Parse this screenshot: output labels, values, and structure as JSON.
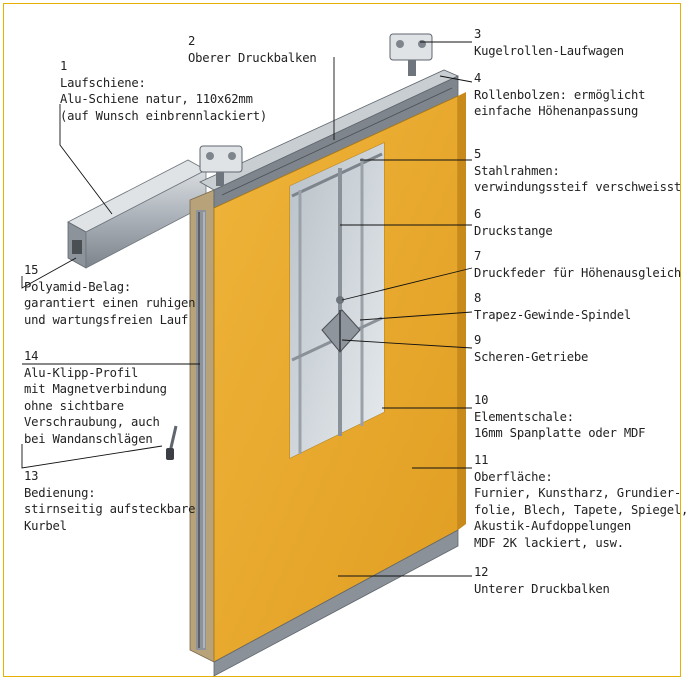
{
  "labels": [
    {
      "id": "l1",
      "num": "1",
      "lines": [
        "Laufschiene:",
        "Alu-Schiene natur, 110x62mm",
        "(auf Wunsch einbrennlackiert)"
      ]
    },
    {
      "id": "l2",
      "num": "2",
      "lines": [
        "Oberer Druckbalken"
      ]
    },
    {
      "id": "l3",
      "num": "3",
      "lines": [
        "Kugelrollen-Laufwagen"
      ]
    },
    {
      "id": "l4",
      "num": "4",
      "lines": [
        "Rollenbolzen: ermöglicht",
        "einfache Höhenanpassung"
      ]
    },
    {
      "id": "l5",
      "num": "5",
      "lines": [
        "Stahlrahmen:",
        "verwindungssteif verschweisst"
      ]
    },
    {
      "id": "l6",
      "num": "6",
      "lines": [
        "Druckstange"
      ]
    },
    {
      "id": "l7",
      "num": "7",
      "lines": [
        "Druckfeder für Höhenausgleich"
      ]
    },
    {
      "id": "l8",
      "num": "8",
      "lines": [
        "Trapez-Gewinde-Spindel"
      ]
    },
    {
      "id": "l9",
      "num": "9",
      "lines": [
        "Scheren-Getriebe"
      ]
    },
    {
      "id": "l10",
      "num": "10",
      "lines": [
        "Elementschale:",
        "16mm Spanplatte oder MDF"
      ]
    },
    {
      "id": "l11",
      "num": "11",
      "lines": [
        "Oberfläche:",
        "Furnier, Kunstharz, Grundier-",
        "folie, Blech, Tapete, Spiegel,",
        "Akustik-Aufdoppelungen",
        "MDF 2K lackiert, usw."
      ]
    },
    {
      "id": "l12",
      "num": "12",
      "lines": [
        "Unterer Druckbalken"
      ]
    },
    {
      "id": "l13",
      "num": "13",
      "lines": [
        "Bedienung:",
        "stirnseitig aufsteckbare",
        "Kurbel"
      ]
    },
    {
      "id": "l14",
      "num": "14",
      "lines": [
        "Alu-Klipp-Profil",
        "mit Magnetverbindung",
        "ohne sichtbare",
        "Verschraubung, auch",
        "bei Wandanschlägen"
      ]
    },
    {
      "id": "l15",
      "num": "15",
      "lines": [
        "Polyamid-Belag:",
        "garantiert einen ruhigen",
        "und wartungsfreien Lauf"
      ]
    }
  ],
  "colors": {
    "panel": "#e8a92e",
    "panel_dark": "#c98a1c",
    "steel": "#8a8f96",
    "rail": "#a7adb4",
    "frame": "#e8b000"
  }
}
